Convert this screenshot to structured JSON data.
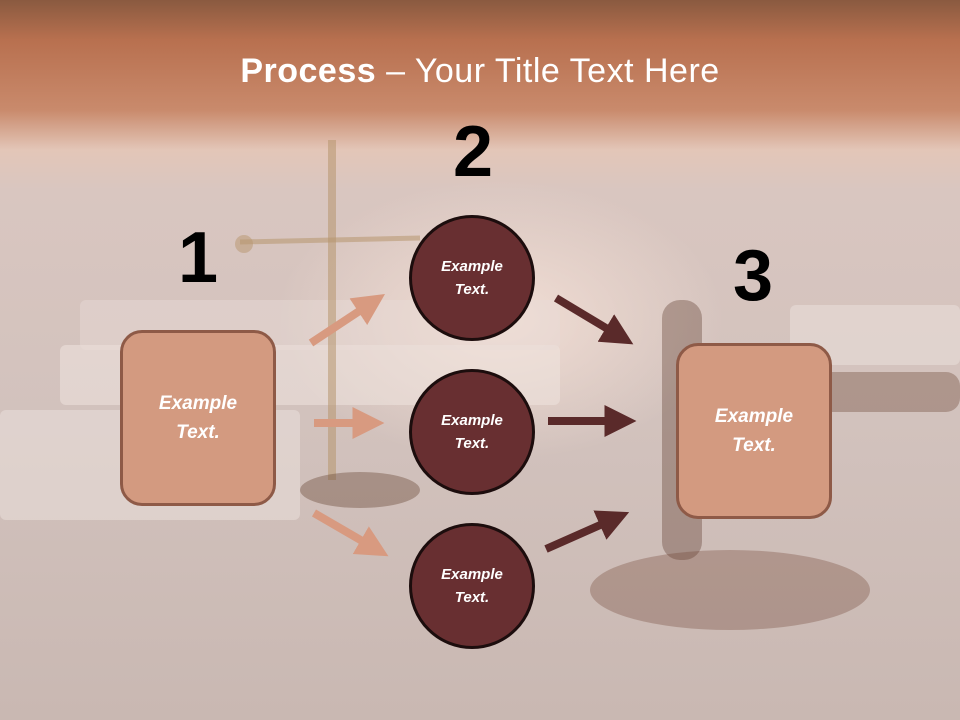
{
  "title": {
    "bold": "Process",
    "rest": " – Your Title Text Here"
  },
  "steps": {
    "one": "1",
    "two": "2",
    "three": "3"
  },
  "left_box": {
    "text": "Example Text."
  },
  "circles": [
    {
      "text": "Example Text."
    },
    {
      "text": "Example Text."
    },
    {
      "text": "Example Text."
    }
  ],
  "right_box": {
    "text": "Example Text."
  },
  "colors": {
    "header": "#c07a5a",
    "box_fill": "#d39a80",
    "circle_fill": "#682f31",
    "arrow_light": "#d89a80",
    "arrow_dark": "#5a2a2a"
  }
}
